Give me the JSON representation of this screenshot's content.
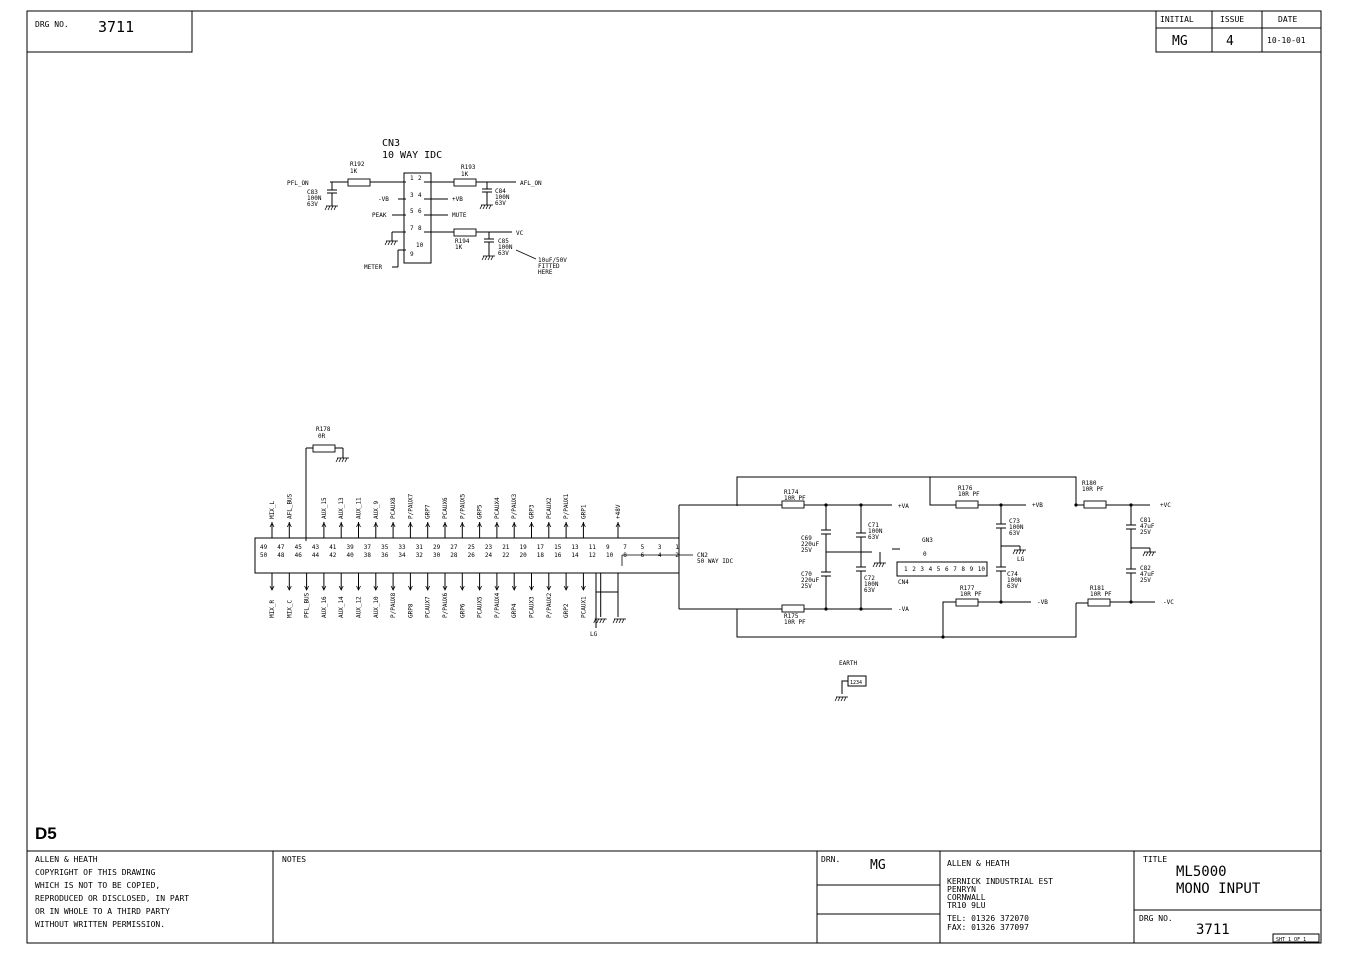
{
  "header": {
    "drg_label": "DRG NO.",
    "drg_number": "3711",
    "col_initial": "INITIAL",
    "col_issue": "ISSUE",
    "col_date": "DATE",
    "initial": "MG",
    "issue": "4",
    "date": "10-10-01"
  },
  "cn3": {
    "title": "CN3",
    "subtitle": "10 WAY IDC",
    "pins_left": [
      "1",
      "3",
      "5",
      "7",
      "9"
    ],
    "pins_right": [
      "2",
      "4",
      "6",
      "8",
      "10"
    ],
    "r192": {
      "ref": "R192",
      "value": "1K"
    },
    "r193": {
      "ref": "R193",
      "value": "1K"
    },
    "r194": {
      "ref": "R194",
      "value": "1K"
    },
    "c83": [
      "C83",
      "100N",
      "63V"
    ],
    "c84": [
      "C84",
      "100N",
      "63V"
    ],
    "c85": [
      "C85",
      "100N",
      "63V"
    ],
    "pfl_on": "PFL_ON",
    "afl_on": "AFL_ON",
    "minus_vb": "-VB",
    "plus_vb": "+VB",
    "peak": "PEAK",
    "mute": "MUTE",
    "vc": "VC",
    "meter": "METER",
    "note": [
      "10uF/50V",
      "FITTED",
      "HERE"
    ]
  },
  "r178": {
    "ref": "R178",
    "value": "0R"
  },
  "cn2": {
    "title": "CN2",
    "subtitle": "50 WAY IDC",
    "top_pins": [
      "49",
      "47",
      "45",
      "43",
      "41",
      "39",
      "37",
      "35",
      "33",
      "31",
      "29",
      "27",
      "25",
      "23",
      "21",
      "19",
      "17",
      "15",
      "13",
      "11",
      "9",
      "7",
      "5",
      "3",
      "1"
    ],
    "bottom_pins": [
      "50",
      "48",
      "46",
      "44",
      "42",
      "40",
      "38",
      "36",
      "34",
      "32",
      "30",
      "28",
      "26",
      "24",
      "22",
      "20",
      "18",
      "16",
      "14",
      "12",
      "10",
      "8",
      "6",
      "4",
      "2"
    ],
    "top_labels": [
      "MIX_L",
      "AFL_BUS",
      "",
      "AUX_15",
      "AUX_13",
      "AUX_11",
      "AUX_9",
      "PCAUX8",
      "P/PAUX7",
      "GRP7",
      "PCAUX6",
      "P/PAUX5",
      "GRP5",
      "PCAUX4",
      "P/PAUX3",
      "GRP3",
      "PCAUX2",
      "P/PAUX1",
      "GRP1",
      "",
      "+48V"
    ],
    "bottom_labels": [
      "MIX_R",
      "MIX_C",
      "PFL_BUS",
      "AUX_16",
      "AUX_14",
      "AUX_12",
      "AUX_10",
      "P/PAUX8",
      "GRP8",
      "PCAUX7",
      "P/PAUX6",
      "GRP6",
      "PCAUX5",
      "P/PAUX4",
      "GRP4",
      "PCAUX3",
      "P/PAUX2",
      "GRP2",
      "PCAUX1",
      "",
      ""
    ],
    "lg": "LG"
  },
  "power": {
    "r174": {
      "ref": "R174",
      "value": "10R PF"
    },
    "r175": {
      "ref": "R175",
      "value": "10R PF"
    },
    "r176": {
      "ref": "R176",
      "value": "10R PF"
    },
    "r177": {
      "ref": "R177",
      "value": "10R PF"
    },
    "r180": {
      "ref": "R180",
      "value": "10R PF"
    },
    "r181": {
      "ref": "R181",
      "value": "10R PF"
    },
    "c69": [
      "C69",
      "220uF",
      "25V"
    ],
    "c70": [
      "C70",
      "220uF",
      "25V"
    ],
    "c71": [
      "C71",
      "100N",
      "63V"
    ],
    "c72": [
      "C72",
      "100N",
      "63V"
    ],
    "c73": [
      "C73",
      "100N",
      "63V"
    ],
    "c74": [
      "C74",
      "100N",
      "63V"
    ],
    "c81": [
      "C81",
      "47uF",
      "25V"
    ],
    "c82": [
      "C82",
      "47uF",
      "25V"
    ],
    "plus_va": "+VA",
    "minus_va": "-VA",
    "plus_vb": "+VB",
    "minus_vb": "-VB",
    "plus_vc": "+VC",
    "minus_vc": "-VC",
    "lg": "LG",
    "gn3": "GN3",
    "gn3_pin": "0",
    "cn4": "CN4",
    "cn4_pins": [
      "1",
      "2",
      "3",
      "4",
      "5",
      "6",
      "7",
      "8",
      "9",
      "10"
    ],
    "earth": "EARTH",
    "earth_pins": "1234"
  },
  "footer": {
    "section": "D5",
    "copyright": [
      "ALLEN & HEATH",
      "COPYRIGHT OF THIS DRAWING",
      "WHICH IS NOT TO BE COPIED,",
      "REPRODUCED OR DISCLOSED, IN PART",
      "OR IN WHOLE TO A THIRD PARTY",
      "WITHOUT WRITTEN PERMISSION."
    ],
    "notes_label": "NOTES",
    "drn_label": "DRN.",
    "drn_value": "MG",
    "company": [
      "ALLEN & HEATH",
      "KERNICK INDUSTRIAL EST",
      "PENRYN",
      "CORNWALL",
      "TR10 9LU"
    ],
    "tel": "TEL:  01326 372070",
    "fax": "FAX:  01326 377097",
    "title_label": "TITLE",
    "title_line1": "ML5000",
    "title_line2": "MONO INPUT",
    "drg_label": "DRG NO.",
    "drg_number": "3711",
    "sheet": "SHT 1 OF 1"
  }
}
